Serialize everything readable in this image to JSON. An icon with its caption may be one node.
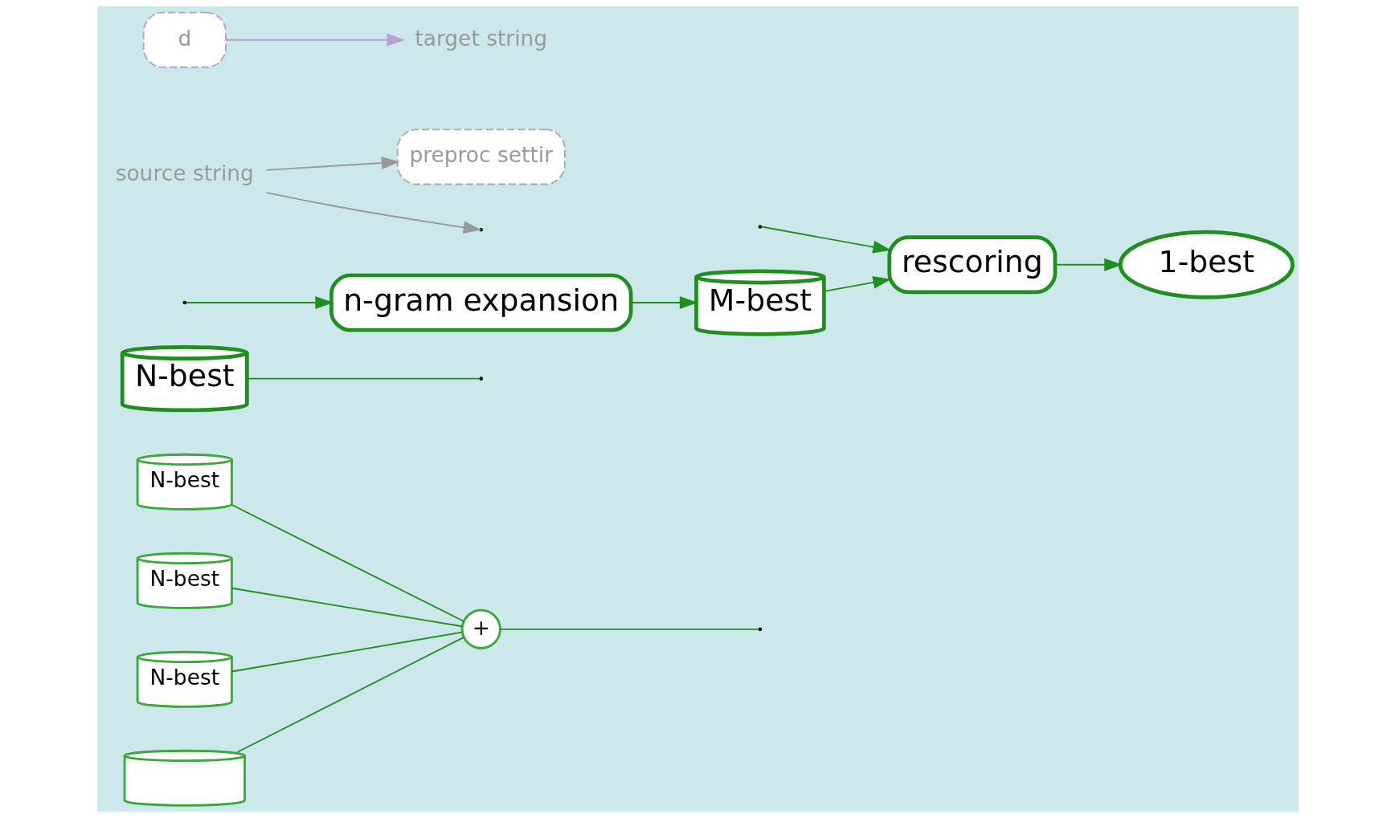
{
  "diagram": {
    "nodes": [
      {
        "text": [
          "N-best"
        ]
      },
      {
        "text": [
          "N-best"
        ]
      },
      {
        "text": [
          "N-best"
        ]
      },
      {
        "text": [],
        "shape": "cylinder"
      },
      {
        "text": [
          "+"
        ]
      },
      {
        "text": [
          "N-best"
        ]
      },
      {
        "text": [
          "n-gram expansion"
        ]
      },
      {
        "text": [
          "M-best"
        ]
      },
      {
        "text": [
          "rescoring"
        ]
      },
      {
        "text": [
          "1-best"
        ]
      },
      {
        "text": [
          "source string"
        ]
      },
      {
        "text": [
          "preproc settir"
        ]
      },
      {
        "text": [
          "d"
        ]
      },
      {
        "text": [
          "target string"
        ]
      }
    ],
    "edges": [
      {
        "from": 0,
        "to": 4,
        "arrow": "none"
      },
      {
        "from": 1,
        "to": 4,
        "arrow": "none"
      },
      {
        "from": 2,
        "to": 4,
        "arrow": "none"
      },
      {
        "from": 3,
        "to": 4,
        "arrow": "none"
      },
      {
        "from": 4,
        "to": null,
        "arrow": "none"
      },
      {
        "from": 5,
        "to": null,
        "arrow": "none"
      },
      {
        "from": null,
        "to": 6,
        "arrow": "to"
      },
      {
        "from": null,
        "to": 8,
        "arrow": "to"
      },
      {
        "from": 6,
        "to": 7,
        "arrow": "to"
      },
      {
        "from": 7,
        "to": 8,
        "arrow": "to"
      },
      {
        "from": 8,
        "to": 9,
        "arrow": "to"
      },
      {
        "from": 10,
        "to": 11,
        "arrow": "to",
        "color": "#9a9a9a"
      },
      {
        "from": 10,
        "to": null,
        "arrow": "to",
        "color": "#9a9a9a"
      },
      {
        "from": 12,
        "to": 13,
        "arrow": "to",
        "color": "#b9a0d0"
      }
    ]
  }
}
